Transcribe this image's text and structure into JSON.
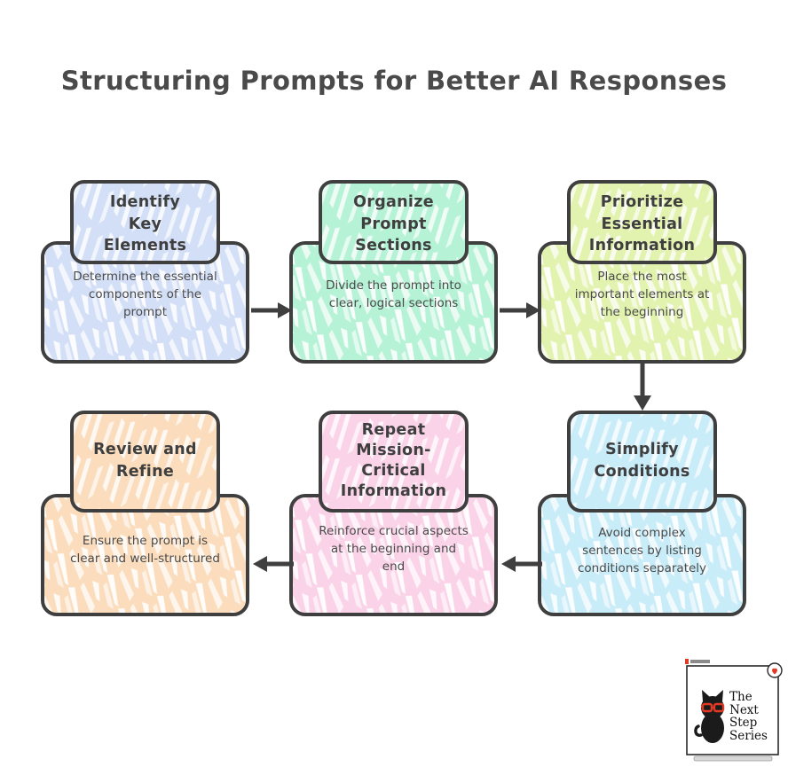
{
  "page": {
    "title": "Structuring Prompts for Better AI Responses",
    "background_color": "#ffffff",
    "outline_color": "#3f3f3f",
    "title_color": "#4a4a4a"
  },
  "flow": {
    "direction_note": "left-to-right on top row, down, then right-to-left on bottom row",
    "cards": [
      {
        "index": 1,
        "heading": "Identify\nKey\nElements",
        "heading_lines": [
          "Identify",
          "Key",
          "Elements"
        ],
        "body": "Determine the essential components of the prompt",
        "body_lines": [
          "Determine the essential",
          "components of the",
          "prompt"
        ],
        "color": "#d3dff7",
        "texture_color": "#ffffff"
      },
      {
        "index": 2,
        "heading": "Organize\nPrompt\nSections",
        "heading_lines": [
          "Organize",
          "Prompt",
          "Sections"
        ],
        "body": "Divide the prompt into clear, logical sections",
        "body_lines": [
          "Divide the prompt into",
          "clear, logical sections"
        ],
        "color": "#b6f2d6",
        "texture_color": "#ffffff"
      },
      {
        "index": 3,
        "heading": "Prioritize\nEssential\nInformation",
        "heading_lines": [
          "Prioritize",
          "Essential",
          "Information"
        ],
        "body": "Place the most important elements at the beginning",
        "body_lines": [
          "Place the most",
          "important elements at",
          "the beginning"
        ],
        "color": "#e2f2af",
        "texture_color": "#ffffff"
      },
      {
        "index": 4,
        "heading": "Simplify\nConditions",
        "heading_lines": [
          "Simplify",
          "Conditions"
        ],
        "body": "Avoid complex sentences by listing conditions separately",
        "body_lines": [
          "Avoid complex",
          "sentences by listing",
          "conditions separately"
        ],
        "color": "#c9ecf9",
        "texture_color": "#ffffff"
      },
      {
        "index": 5,
        "heading": "Repeat\nMission-\nCritical\nInformation",
        "heading_lines": [
          "Repeat",
          "Mission-",
          "Critical",
          "Information"
        ],
        "body": "Reinforce crucial aspects at the beginning and end",
        "body_lines": [
          "Reinforce crucial aspects",
          "at the beginning and",
          "end"
        ],
        "color": "#fbd3e8",
        "texture_color": "#ffffff"
      },
      {
        "index": 6,
        "heading": "Review and\nRefine",
        "heading_lines": [
          "Review and",
          "Refine"
        ],
        "body": "Ensure the prompt is clear and well-structured",
        "body_lines": [
          "Ensure the prompt is",
          "clear and well-structured"
        ],
        "color": "#fbddbd",
        "texture_color": "#ffffff"
      }
    ],
    "arrows": [
      {
        "name": "arrow-card1-to-card2",
        "direction": "right"
      },
      {
        "name": "arrow-card2-to-card3",
        "direction": "right"
      },
      {
        "name": "arrow-card3-to-card4",
        "direction": "down"
      },
      {
        "name": "arrow-card4-to-card5",
        "direction": "left"
      },
      {
        "name": "arrow-card5-to-card6",
        "direction": "left"
      }
    ],
    "arrow_color": "#3f3f3f"
  },
  "logo": {
    "line1": "The",
    "line2": "Next Step",
    "line3": "Series",
    "icon": "cat-with-glasses-icon",
    "badge": "heart-icon",
    "text_color": "#111111",
    "glasses_color": "#e03a24",
    "cat_color": "#1b1b1b",
    "badge_color": "#e03a24"
  }
}
